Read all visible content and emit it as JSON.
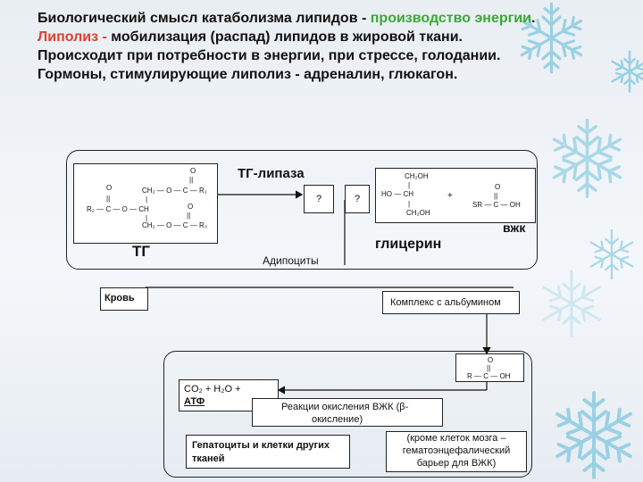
{
  "header": {
    "line1_prefix": "Биологический смысл катаболизма липидов - ",
    "line1_highlight": "производство энергии",
    "line1_end": ".",
    "line2_prefix": "Липолиз - ",
    "line2_rest": "мобилизация (распад) липидов в жировой ткани.",
    "line3": "Происходит при потребности в энергии, при стрессе, голодании.",
    "line4": "Гормоны, стимулирующие липолиз - адреналин, глюкагон."
  },
  "tg": {
    "o_top": "O",
    "dbl_top": "||",
    "row1": "CH₂ — O — C — R₁",
    "o_left": "O",
    "dbl_left": "||",
    "row2_left": "R₂ — C — O — CH",
    "o_mid": "O",
    "dbl_mid": "||",
    "vbar1": "|",
    "vbar2": "|",
    "row3": "CH₂ — O — C — R₃",
    "label": "ТГ"
  },
  "lipase_label": "ТГ-липаза",
  "question1": "?",
  "question2": "?",
  "glycerol": {
    "top": "CH₂OH",
    "vbar1": "|",
    "mid": "HO — CH",
    "vbar2": "|",
    "bottom": "CH₂OH",
    "plus": "+",
    "label": "глицерин"
  },
  "fatty_acid1": {
    "o": "O",
    "dbl": "||",
    "formula": "SR — C — OH"
  },
  "vzhk_label": "вжк",
  "adipocytes_label": "Адипоциты",
  "blood_label": "Кровь",
  "albumin_label": "Комплекс с альбумином",
  "fatty_acid2": {
    "o": "O",
    "dbl": "||",
    "formula": "R — C — OH"
  },
  "products": {
    "line1": "CO₂ + H₂O +",
    "line2": "АТФ"
  },
  "oxidation": {
    "line1": "Реакции окисления ВЖК (β-",
    "line2": "окисление)"
  },
  "hepatocytes": {
    "line1": "Гепатоциты и клетки других",
    "line2": "тканей"
  },
  "brain_note": {
    "line1": "(кроме клеток мозга –",
    "line2": "гематоэнцефалический",
    "line3": "барьер для ВЖК)"
  }
}
